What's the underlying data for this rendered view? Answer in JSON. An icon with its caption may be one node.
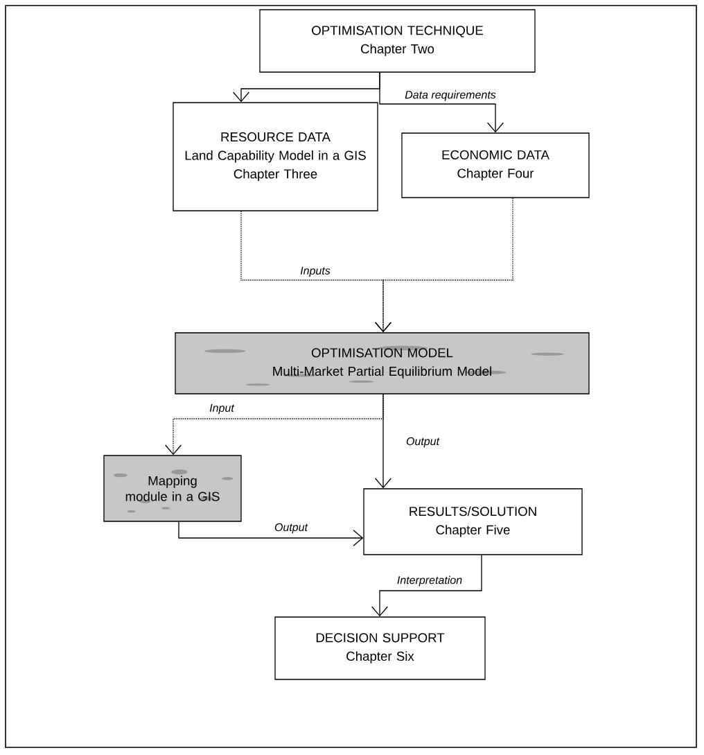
{
  "diagram": {
    "nodes": [
      {
        "text": [
          "OPTIMISATION TECHNIQUE",
          "Chapter Two"
        ]
      },
      {
        "text": [
          "RESOURCE DATA",
          "Land Capability Model in a GIS",
          "Chapter Three"
        ]
      },
      {
        "text": [
          "ECONOMIC DATA",
          "Chapter Four"
        ]
      },
      {
        "text": [
          "OPTIMISATION MODEL",
          "Multi-Market Partial Equilibrium Model"
        ]
      },
      {
        "text": [
          "Mapping module in a GIS"
        ]
      },
      {
        "text": [
          "RESULTS/SOLUTION",
          "Chapter Five"
        ]
      },
      {
        "text": [
          "DECISION SUPPORT",
          "Chapter Six"
        ]
      }
    ],
    "edges": [
      {
        "from": 0,
        "to": 1,
        "arrow": "to"
      },
      {
        "from": 0,
        "to": 2,
        "arrow": "to",
        "label": "Data requirements"
      },
      {
        "from": 1,
        "to": 3,
        "arrow": "to",
        "style": "dashed",
        "label": "Inputs"
      },
      {
        "from": 2,
        "to": 3,
        "arrow": "to",
        "style": "dashed"
      },
      {
        "from": 3,
        "to": 4,
        "arrow": "to",
        "style": "dashed",
        "label": "Input"
      },
      {
        "from": 3,
        "to": 5,
        "arrow": "to",
        "label": "Output"
      },
      {
        "from": 4,
        "to": 5,
        "arrow": "to",
        "label": "Output"
      },
      {
        "from": 5,
        "to": 6,
        "arrow": "to",
        "label": "Interpretation"
      }
    ]
  }
}
